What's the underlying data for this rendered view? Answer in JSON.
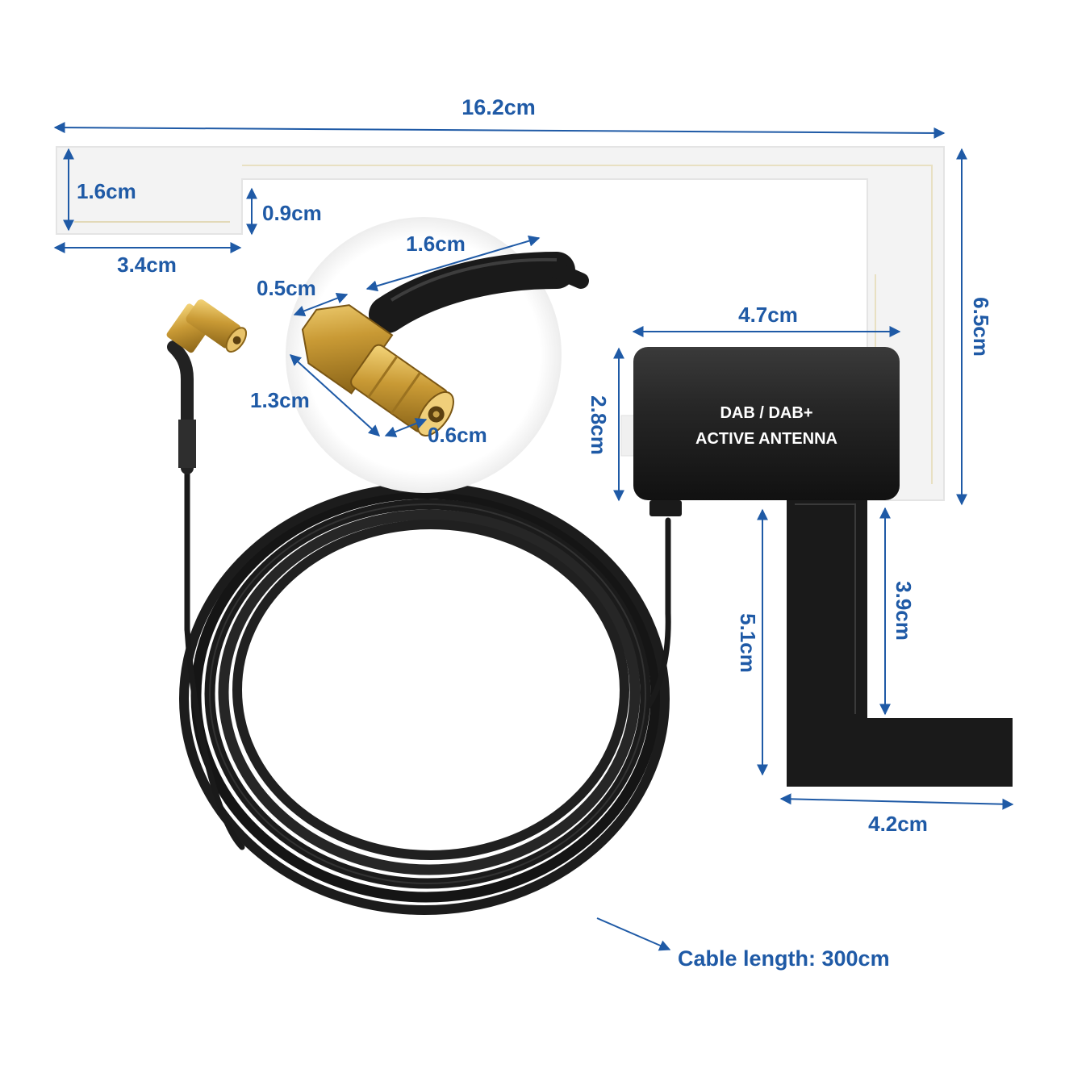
{
  "accent_color": "#1f5aa6",
  "labels": {
    "total_width": "16.2cm",
    "film_left_height": "1.6cm",
    "film_step": "0.9cm",
    "film_left_width": "3.4cm",
    "connector_length": "1.6cm",
    "connector_tip": "0.5cm",
    "connector_body": "1.3cm",
    "connector_hole": "0.6cm",
    "box_width": "4.7cm",
    "box_height": "2.8cm",
    "total_height": "6.5cm",
    "strip_height": "3.9cm",
    "strip_total_height": "5.1cm",
    "strip_width": "4.2cm",
    "cable_length": "Cable length: 300cm"
  },
  "box_text": {
    "line1": "DAB / DAB+",
    "line2": "ACTIVE ANTENNA"
  },
  "icons": [
    "smb-connector-icon",
    "coax-cable-icon",
    "antenna-amplifier-icon"
  ]
}
